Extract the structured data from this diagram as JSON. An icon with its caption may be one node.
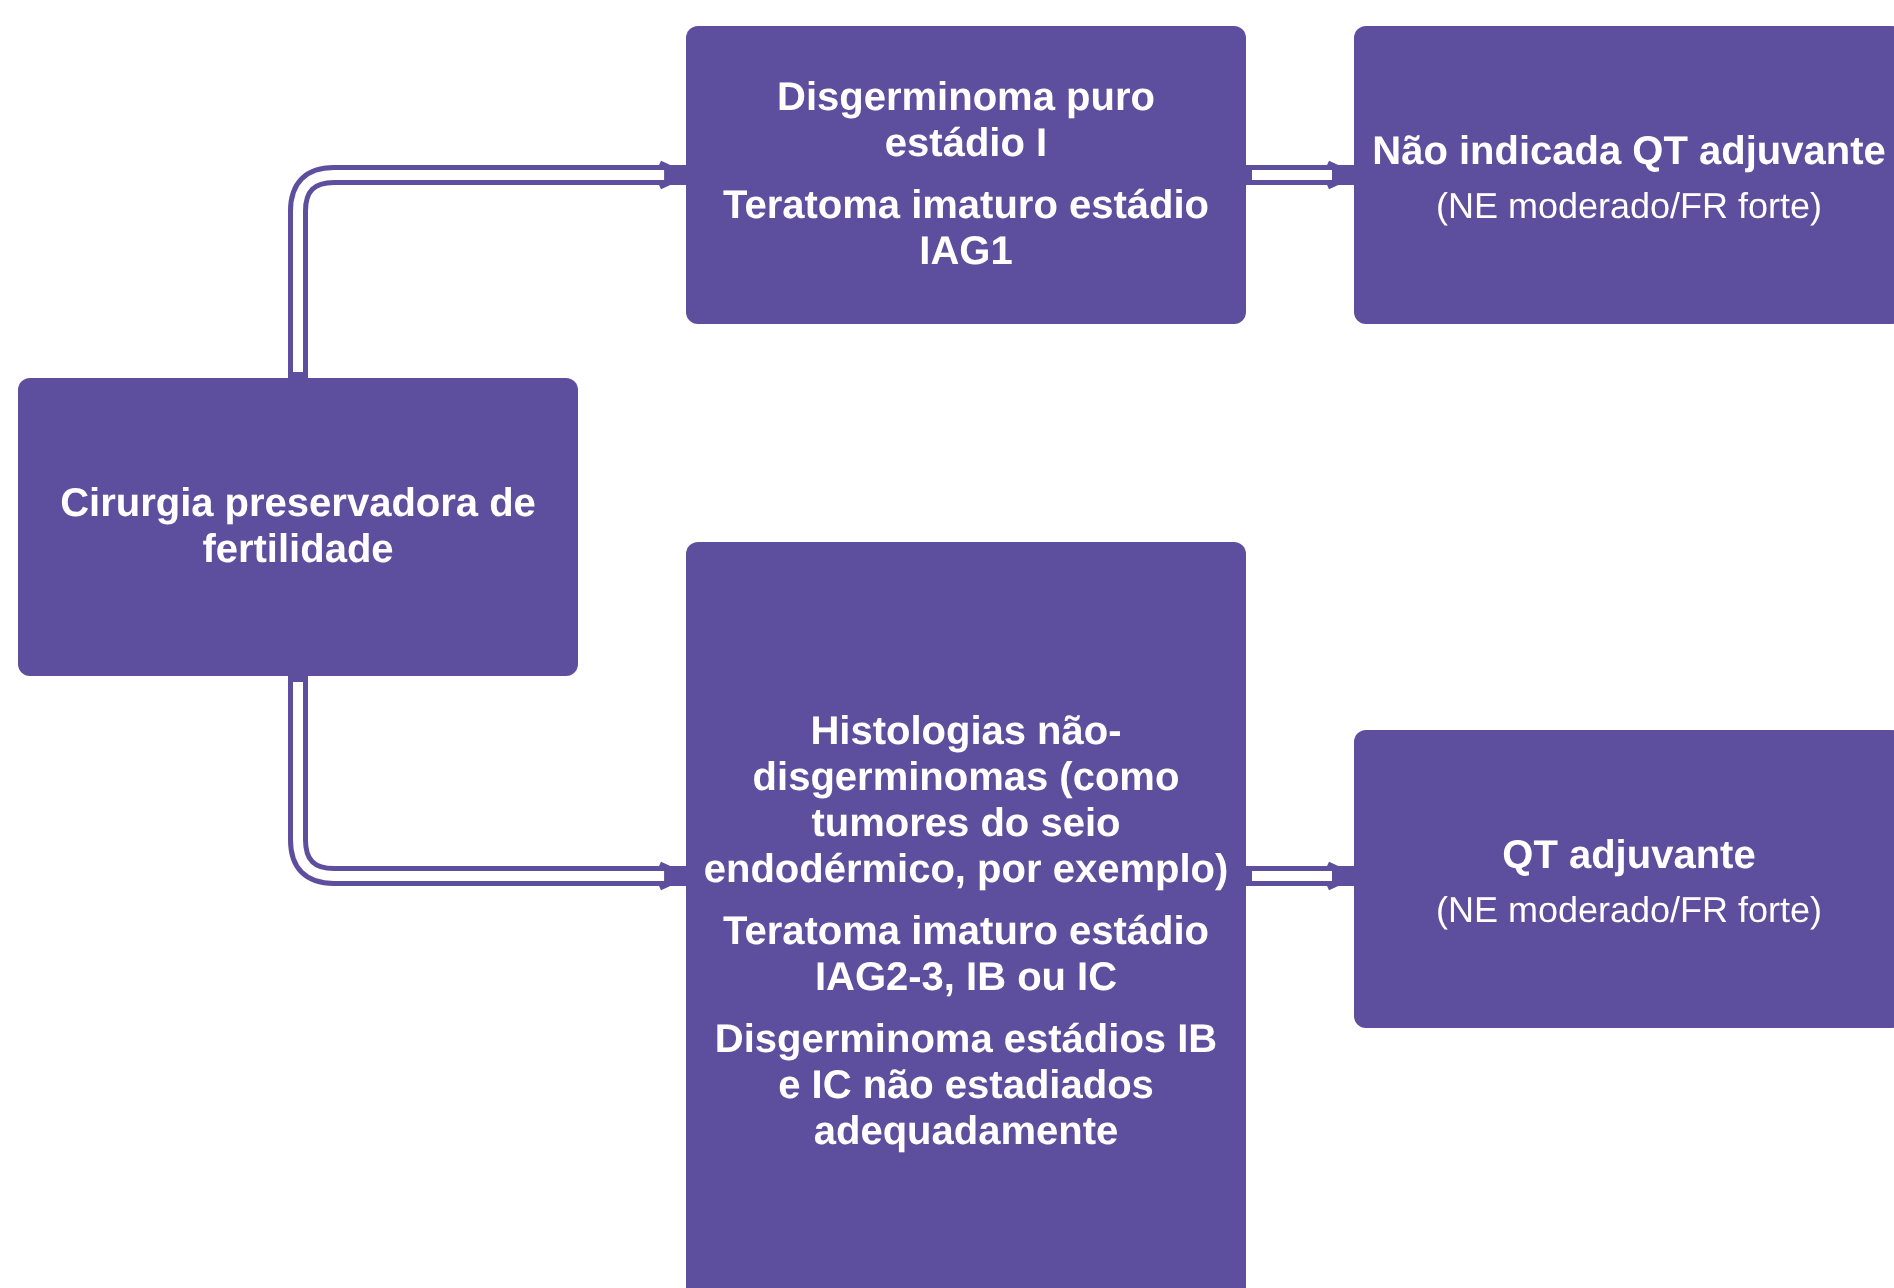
{
  "diagram": {
    "nodes": [
      {
        "text": [
          "Cirurgia preservadora de fertilidade"
        ]
      },
      {
        "text": [
          "Disgerminoma puro estádio I",
          "Teratoma imaturo estádio IAG1"
        ]
      },
      {
        "text": [
          "Não indicada QT adjuvante",
          "(NE moderado/FR forte)"
        ]
      },
      {
        "text": [
          "Histologias não-disgerminomas (como tumores do seio endodérmico, por exemplo)",
          "Teratoma imaturo estádio IAG2-3, IB ou IC",
          "Disgerminoma estádios IB e IC não estadiados adequadamente"
        ]
      },
      {
        "text": [
          "QT adjuvante",
          "(NE moderado/FR forte)"
        ]
      }
    ],
    "edges": [
      {
        "from": 0,
        "to": 1,
        "arrow": "to"
      },
      {
        "from": 1,
        "to": 2,
        "arrow": "to"
      },
      {
        "from": 0,
        "to": 3,
        "arrow": "to"
      },
      {
        "from": 3,
        "to": 4,
        "arrow": "to"
      }
    ]
  }
}
